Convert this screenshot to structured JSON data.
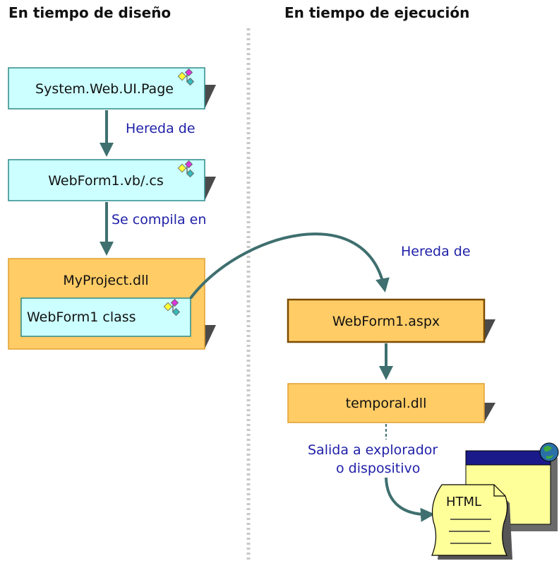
{
  "headings": {
    "design_time": "En tiempo de diseño",
    "run_time": "En tiempo de ejecución"
  },
  "nodes": {
    "system_page": "System.Web.UI.Page",
    "webform_code": "WebForm1.vb/.cs",
    "myproject_dll": "MyProject.dll",
    "webform_class": "WebForm1 class",
    "webform_aspx": "WebForm1.aspx",
    "temporal_dll": "temporal.dll"
  },
  "labels": {
    "inherits_1": "Hereda de",
    "compiles_to": "Se compila en",
    "inherits_2": "Hereda de",
    "output_line1": "Salida a explorador",
    "output_line2": "o dispositivo",
    "html_doc": "HTML"
  },
  "icons": [
    "class-icon",
    "html-document-icon",
    "browser-window-icon",
    "globe-icon"
  ],
  "colors": {
    "cyan_box": "#ccffff",
    "cyan_border": "#2e8a8a",
    "orange_box": "#ffcc66",
    "orange_border": "#e0a030",
    "aspx_border": "#7a4a00",
    "shadow": "#4a4a4a",
    "arrow": "#3f6f6f",
    "label_blue": "#1f1fa8",
    "divider": "#c8c8c8",
    "document": "#ffff99",
    "window_title": "#1a1a8a",
    "window_body": "#ffff99"
  }
}
